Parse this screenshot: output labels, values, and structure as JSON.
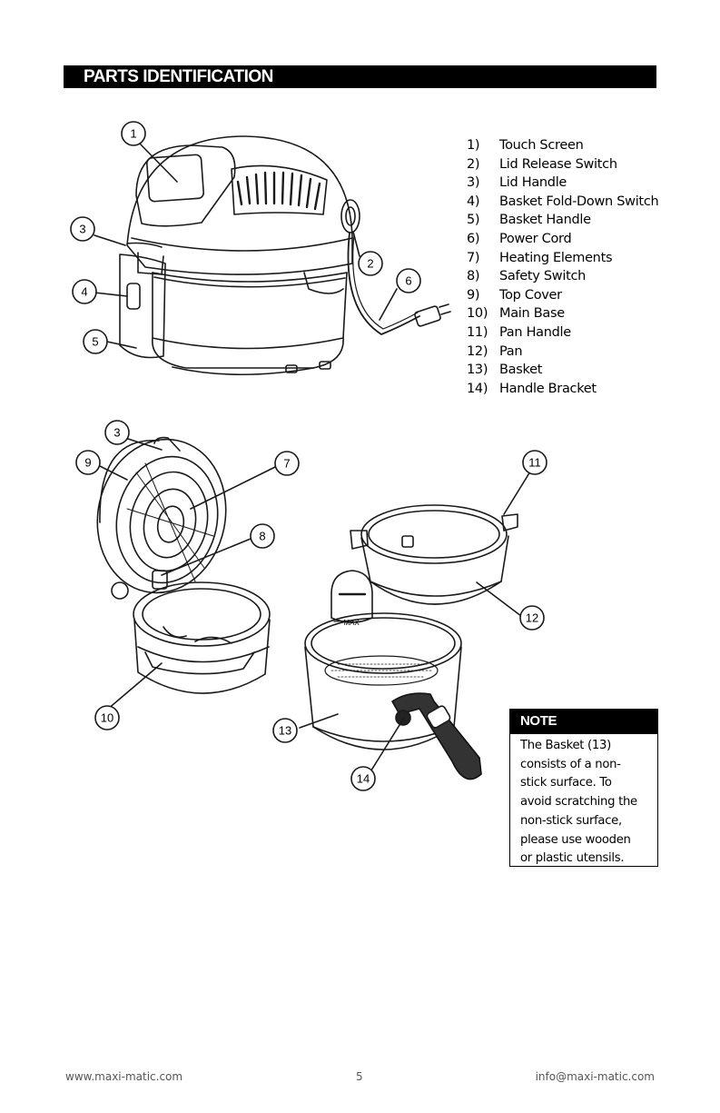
{
  "header": {
    "title": "PARTS IDENTIFICATION"
  },
  "parts": [
    {
      "num": "1)",
      "name": "Touch Screen"
    },
    {
      "num": "2)",
      "name": "Lid Release Switch"
    },
    {
      "num": "3)",
      "name": "Lid Handle"
    },
    {
      "num": "4)",
      "name": "Basket Fold-Down Switch"
    },
    {
      "num": "5)",
      "name": "Basket Handle"
    },
    {
      "num": "6)",
      "name": "Power Cord"
    },
    {
      "num": "7)",
      "name": "Heating Elements"
    },
    {
      "num": "8)",
      "name": "Safety Switch"
    },
    {
      "num": "9)",
      "name": "Top Cover"
    },
    {
      "num": "10)",
      "name": "Main Base"
    },
    {
      "num": "11)",
      "name": "Pan Handle"
    },
    {
      "num": "12)",
      "name": "Pan"
    },
    {
      "num": "13)",
      "name": "Basket"
    },
    {
      "num": "14)",
      "name": "Handle Bracket"
    }
  ],
  "callouts": {
    "c1": "1",
    "c2": "2",
    "c3a": "3",
    "c4": "4",
    "c5": "5",
    "c6": "6",
    "c3b": "3",
    "c7": "7",
    "c8": "8",
    "c9": "9",
    "c10": "10",
    "c11": "11",
    "c12": "12",
    "c13": "13",
    "c14": "14"
  },
  "basket_mark": "MAX",
  "note": {
    "title": "NOTE",
    "lines": [
      "The Basket (13)",
      "consists of a non-",
      "stick surface.  To",
      "avoid scratching the",
      "non-stick surface,",
      "please use wooden",
      "or plastic utensils."
    ]
  },
  "footer": {
    "website": "www.maxi-matic.com",
    "page": "5",
    "email": "info@maxi-matic.com"
  }
}
